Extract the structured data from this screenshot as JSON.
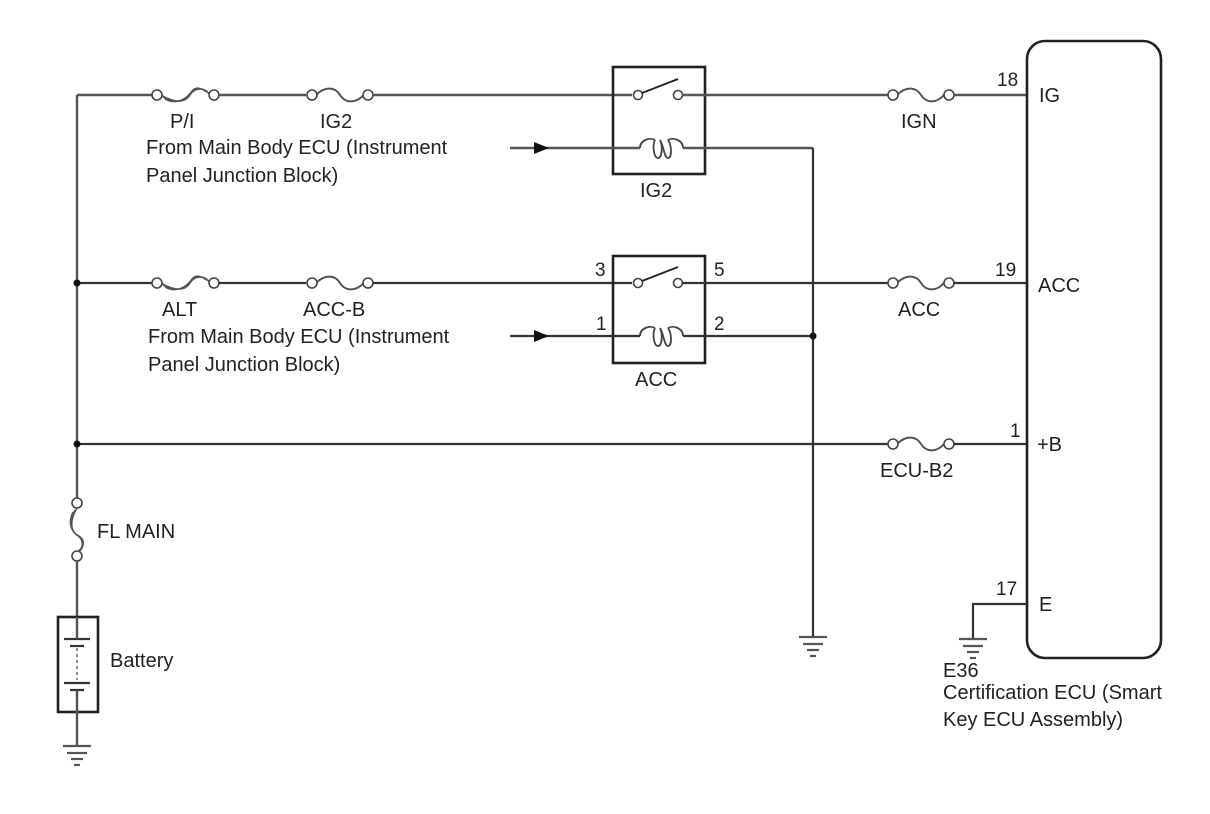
{
  "diagram": {
    "type": "wiring-diagram",
    "fuses": {
      "pi": "P/I",
      "ig2": "IG2",
      "ign": "IGN",
      "alt": "ALT",
      "acc_b": "ACC-B",
      "acc": "ACC",
      "ecu_b2": "ECU-B2",
      "fl_main": "FL MAIN"
    },
    "relays": {
      "ig2": {
        "label": "IG2"
      },
      "acc": {
        "label": "ACC",
        "pins": {
          "switch_in": "3",
          "switch_out": "5",
          "coil_in": "1",
          "coil_out": "2"
        }
      }
    },
    "source_notes": {
      "ig2_line1": "From Main Body ECU (Instrument",
      "ig2_line2": "Panel Junction Block)",
      "acc_line1": "From Main Body ECU (Instrument",
      "acc_line2": "Panel Junction Block)"
    },
    "battery": {
      "label": "Battery"
    },
    "ecu": {
      "connector": "E36",
      "name_line1": "Certification ECU (Smart",
      "name_line2": "Key ECU Assembly)",
      "terminals": [
        {
          "pin": "18",
          "name": "IG"
        },
        {
          "pin": "19",
          "name": "ACC"
        },
        {
          "pin": "1",
          "name": "+B"
        },
        {
          "pin": "17",
          "name": "E"
        }
      ]
    }
  }
}
